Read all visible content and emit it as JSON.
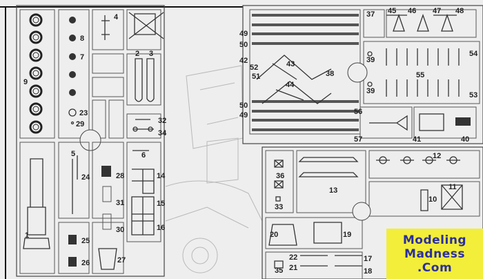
{
  "title": "Parts sprue diagram",
  "logo": {
    "line1": "Modeling",
    "line2": "Madness",
    "line3": ".Com",
    "bg_color": "#f2ee3a",
    "text_color": "#2b2f9e"
  },
  "sprue_left": {
    "labels": [
      "9",
      "8",
      "7",
      "23",
      "29",
      "4",
      "2",
      "3",
      "32",
      "34",
      "1",
      "5",
      "24",
      "28",
      "6",
      "14",
      "31",
      "15",
      "30",
      "16",
      "25",
      "26",
      "27"
    ]
  },
  "sprue_top_right": {
    "labels": [
      "37",
      "45",
      "46",
      "47",
      "48",
      "49",
      "50",
      "42",
      "52",
      "43",
      "51",
      "44",
      "38",
      "39",
      "39",
      "54",
      "55",
      "53",
      "50",
      "49",
      "56",
      "41",
      "57",
      "40"
    ]
  },
  "sprue_bottom_right": {
    "labels": [
      "12",
      "36",
      "33",
      "13",
      "11",
      "10",
      "20",
      "19",
      "35",
      "22",
      "21",
      "17",
      "18"
    ]
  }
}
